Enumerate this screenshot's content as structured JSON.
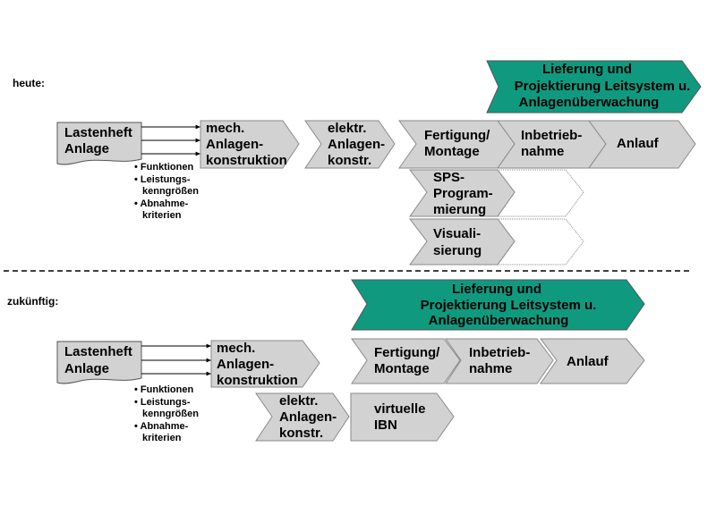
{
  "sections": {
    "today": {
      "label": "heute:",
      "banner": [
        "Lieferung und",
        "Projektierung Leitsystem u.",
        "Anlagenüberwachung"
      ],
      "spec": [
        "Lastenheft",
        "Anlage"
      ],
      "bullets": [
        "• Funktionen",
        "• Leistungs-",
        "kenngrößen",
        "• Abnahme-",
        "kriterien"
      ],
      "steps": {
        "mech": [
          "mech.",
          "Anlagen-",
          "konstruktion"
        ],
        "elektr": [
          "elektr.",
          "Anlagen-",
          "konstr."
        ],
        "fertigung": [
          "Fertigung/",
          "Montage"
        ],
        "inbetrieb": [
          "Inbetrieb-",
          "nahme"
        ],
        "anlauf": [
          "Anlauf"
        ],
        "sps": [
          "SPS-",
          "Program-",
          "mierung"
        ],
        "visu": [
          "Visuali-",
          "sierung"
        ]
      }
    },
    "future": {
      "label": "zukünftig:",
      "banner": [
        "Lieferung und",
        "Projektierung Leitsystem u.",
        "Anlagenüberwachung"
      ],
      "spec": [
        "Lastenheft",
        "Anlage"
      ],
      "bullets": [
        "• Funktionen",
        "• Leistungs-",
        "kenngrößen",
        "• Abnahme-",
        "kriterien"
      ],
      "steps": {
        "mech": [
          "mech.",
          "Anlagen-",
          "konstruktion"
        ],
        "fertigung": [
          "Fertigung/",
          "Montage"
        ],
        "inbetrieb": [
          "Inbetrieb-",
          "nahme"
        ],
        "anlauf": [
          "Anlauf"
        ],
        "elektr": [
          "elektr.",
          "Anlagen-",
          "konstr."
        ],
        "ibn": [
          "virtuelle",
          "IBN"
        ]
      }
    }
  },
  "colors": {
    "banner": "#0f9a80",
    "step": "#d2d2d2",
    "stroke": "#8a8a8a"
  }
}
